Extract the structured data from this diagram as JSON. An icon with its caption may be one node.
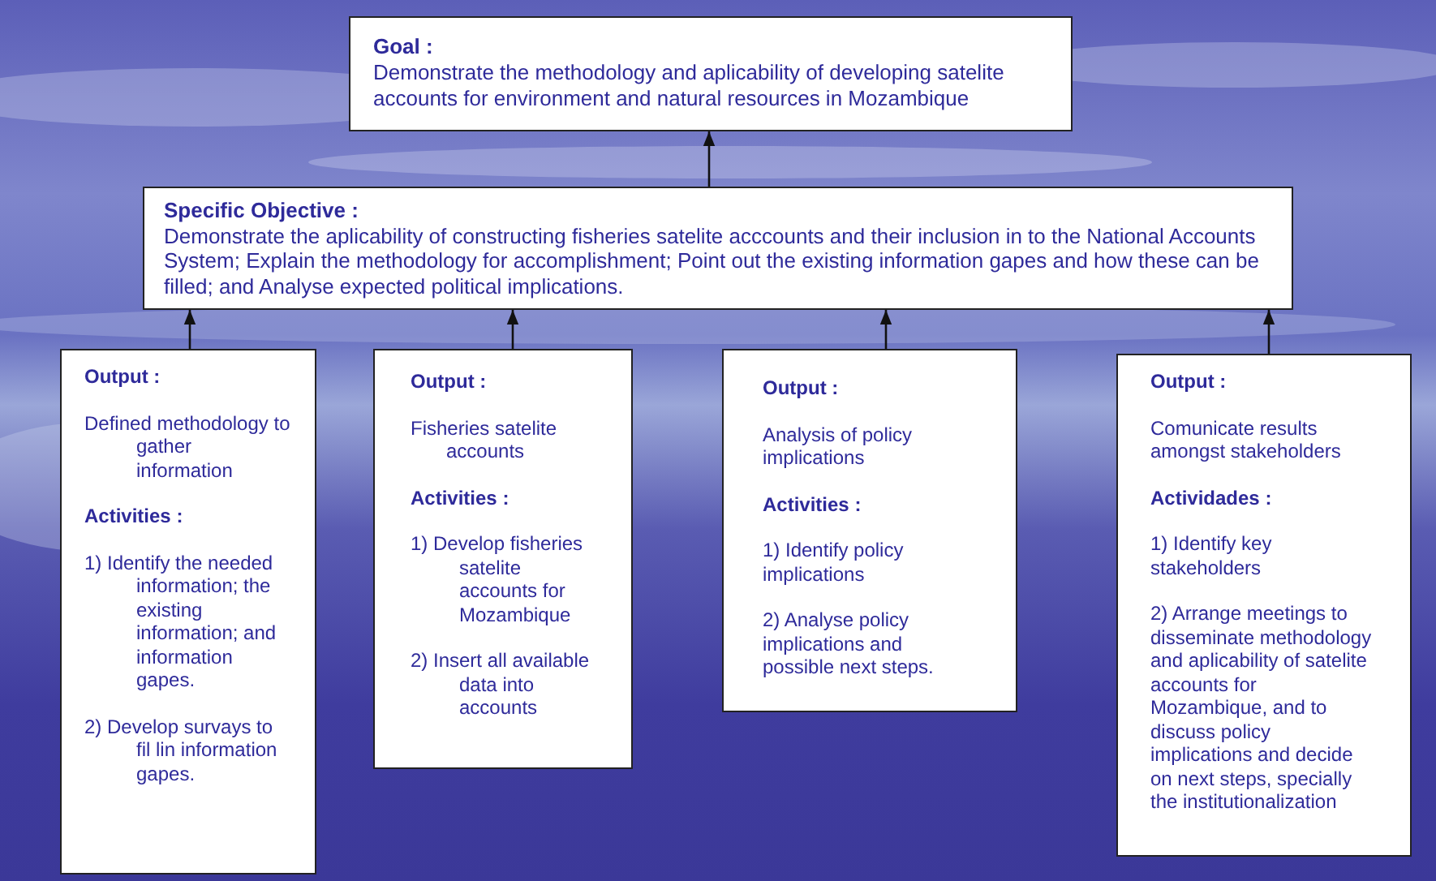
{
  "diagram": {
    "nodes": [
      {
        "text": [
          "Goal :",
          "Demonstrate the methodology and aplicability of developing satelite accounts for environment and natural resources in Mozambique"
        ]
      },
      {
        "text": [
          "Specific Objective :",
          "Demonstrate the aplicability of constructing fisheries satelite acccounts and their inclusion in to the National Accounts System; Explain the methodology for accomplishment; Point out the existing information gapes and how these can be filled; and Analyse expected political implications."
        ]
      },
      {
        "text": [
          "Output :",
          "Defined methodology to gather information",
          "Activities :",
          "1) Identify the needed information; the existing information; and information gapes.",
          "2) Develop survays to fil lin information gapes."
        ]
      },
      {
        "text": [
          "Output :",
          "Fisheries satelite accounts",
          "Activities :",
          "1) Develop fisheries satelite accounts for Mozambique",
          "2) Insert all available data into accounts"
        ]
      },
      {
        "text": [
          "Output :",
          "Analysis of policy implications",
          "Activities :",
          "1) Identify policy implications",
          "2) Analyse policy implications and possible next steps."
        ]
      },
      {
        "text": [
          "Output :",
          "Comunicate results amongst stakeholders",
          "Actividades :",
          "1) Identify key stakeholders",
          "2) Arrange meetings to disseminate methodology and aplicability of satelite accounts for Mozambique, and to discuss policy implications and decide on next steps, specially the institutionalization"
        ]
      }
    ],
    "edges": [
      {
        "from": 1,
        "to": 0,
        "arrow": "to"
      },
      {
        "from": 2,
        "to": 1,
        "arrow": "to"
      },
      {
        "from": 3,
        "to": 1,
        "arrow": "to"
      },
      {
        "from": 4,
        "to": 1,
        "arrow": "to"
      },
      {
        "from": 5,
        "to": 1,
        "arrow": "to"
      }
    ]
  }
}
